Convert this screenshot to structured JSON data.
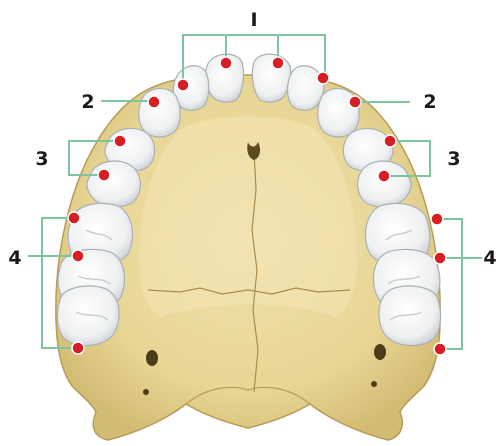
{
  "labels": {
    "group1": "I",
    "group2_left": "2",
    "group2_right": "2",
    "group3_left": "3",
    "group3_right": "3",
    "group4_left": "4",
    "group4_right": "4"
  },
  "colors": {
    "bracket": "#7cc59d",
    "marker": "#d81e25",
    "bone": "#eddca0",
    "bone_shadow": "#c9b06a",
    "tooth": "#f4f4f4",
    "tooth_shadow": "#c6cacd"
  }
}
